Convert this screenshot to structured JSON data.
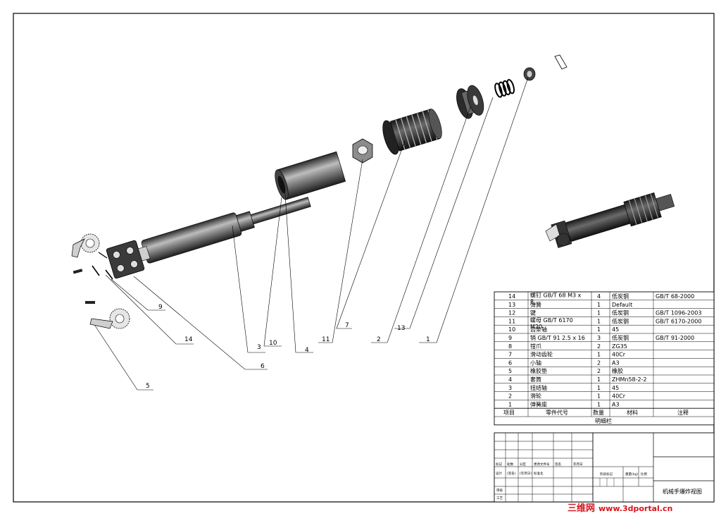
{
  "callouts": [
    {
      "label": "1"
    },
    {
      "label": "2"
    },
    {
      "label": "3"
    },
    {
      "label": "4"
    },
    {
      "label": "5"
    },
    {
      "label": "6"
    },
    {
      "label": "7"
    },
    {
      "label": "9"
    },
    {
      "label": "10"
    },
    {
      "label": "11"
    },
    {
      "label": "13"
    },
    {
      "label": "14"
    }
  ],
  "bom": {
    "rows": [
      {
        "item": "14",
        "code": "螺钉  GB/T 68 M3 x",
        "code2": "8",
        "qty": "4",
        "material": "低炭钢",
        "note": "GB/T 68-2000"
      },
      {
        "item": "13",
        "code": "弹簧",
        "code2": "",
        "qty": "1",
        "material": "Default",
        "note": ""
      },
      {
        "item": "12",
        "code": "键",
        "code2": "",
        "qty": "1",
        "material": "低炭钢",
        "note": "GB/T 1096-2003"
      },
      {
        "item": "11",
        "code": "螺母  GB/T 6170",
        "code2": "M20",
        "qty": "1",
        "material": "低炭钢",
        "note": "GB/T 6170-2000"
      },
      {
        "item": "10",
        "code": "齿条轴",
        "code2": "",
        "qty": "1",
        "material": "45",
        "note": ""
      },
      {
        "item": "9",
        "code": "销  GB/T 91 2.5 x 16",
        "code2": "",
        "qty": "3",
        "material": "低炭钢",
        "note": "GB/T 91-2000"
      },
      {
        "item": "8",
        "code": "钳爪",
        "code2": "",
        "qty": "2",
        "material": "ZG35",
        "note": ""
      },
      {
        "item": "7",
        "code": "滑动齿轮",
        "code2": "",
        "qty": "1",
        "material": "40Cr",
        "note": ""
      },
      {
        "item": "6",
        "code": "小轴",
        "code2": "",
        "qty": "2",
        "material": "A3",
        "note": ""
      },
      {
        "item": "5",
        "code": "橡胶垫",
        "code2": "",
        "qty": "2",
        "material": "橡胶",
        "note": ""
      },
      {
        "item": "4",
        "code": "套筒",
        "code2": "",
        "qty": "1",
        "material": "ZHMn58-2-2",
        "note": ""
      },
      {
        "item": "3",
        "code": "扭结轴",
        "code2": "",
        "qty": "1",
        "material": "45",
        "note": ""
      },
      {
        "item": "2",
        "code": "滑轮",
        "code2": "",
        "qty": "1",
        "material": "40Cr",
        "note": ""
      },
      {
        "item": "1",
        "code": "弹簧座",
        "code2": "",
        "qty": "1",
        "material": "A3",
        "note": ""
      }
    ],
    "headers": {
      "item": "项目",
      "code": "零件代号",
      "qty": "数量",
      "material": "材料",
      "note": "注释"
    },
    "caption": "明细栏"
  },
  "titleblock": {
    "r1": [
      "标记",
      "处数",
      "分区",
      "更改文件号",
      "签名",
      "年月日"
    ],
    "r2": [
      "设计",
      "(签名)",
      "(年月日)",
      "标准化"
    ],
    "stage": "阶段标记",
    "weight": "重量(kg)",
    "scale": "比例",
    "review": "审核",
    "process": "工艺",
    "title": "机械手爆炸视图"
  },
  "watermark": {
    "cn": "三维网",
    "url": "www.3dportal.cn"
  },
  "colors": {
    "line": "#000000",
    "part_dark": "#3a3a3a",
    "part_light": "#cfcfcf",
    "watermark": "#d8141b"
  }
}
